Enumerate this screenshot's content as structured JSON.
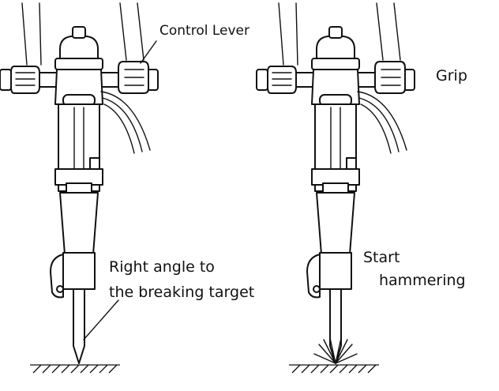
{
  "figure": {
    "left_tool": {
      "label_control_lever": "Control Lever",
      "label_right_angle_line1": "Right angle to",
      "label_right_angle_line2": "the breaking target"
    },
    "right_tool": {
      "label_grip": "Grip",
      "label_start_line1": "Start",
      "label_start_line2": "hammering"
    }
  },
  "icons": [
    "breaker-hammer-icon",
    "operator-hands-icon",
    "ground-hatch-icon",
    "impact-spark-icon"
  ]
}
